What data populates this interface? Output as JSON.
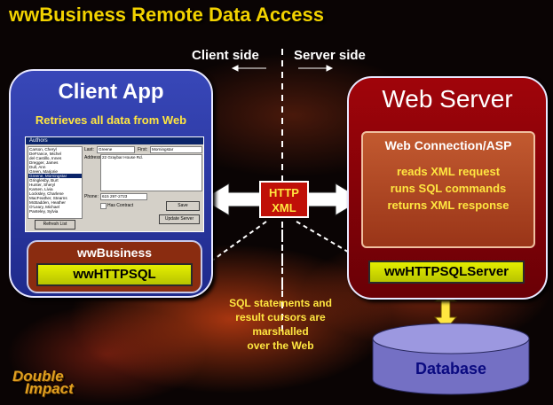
{
  "title": "wwBusiness Remote Data Access",
  "divider": {
    "client_label": "Client side",
    "server_label": "Server side"
  },
  "client": {
    "title": "Client App",
    "subtitle": "Retrieves all data from Web",
    "window": {
      "title": "Authors",
      "list_items": [
        "Carson, Cheryl",
        "DeFrance, Michel",
        "del Castillo, Innes",
        "Dregger, James",
        "Dull, Ann",
        "Green, Marjorie",
        "Greene, Morningstar",
        "Gringlesby, Burt",
        "Hunter, Sheryl",
        "Karsen, Livia",
        "Locksley, Charlene",
        "MacFeather, Stearns",
        "McBadden, Heather",
        "O'Leary, Michael",
        "Panteley, Sylvia"
      ],
      "selected_index": 6,
      "last_label": "Last:",
      "last_value": "Greene",
      "first_label": "First:",
      "first_value": "Morningstar",
      "address_label": "Address:",
      "address_value": "22 Graybar House Rd.",
      "phone_label": "Phone:",
      "phone_value": "615 297-2723",
      "contract_label": "Has Contract",
      "save_button": "Save",
      "refresh_button": "Refresh List",
      "update_button": "Update Server"
    },
    "business_label": "wwBusiness",
    "httpsql_label": "wwHTTPSQL"
  },
  "http": {
    "line1": "HTTP",
    "line2": "XML"
  },
  "server": {
    "title": "Web Server",
    "wc_title": "Web Connection/ASP",
    "wc_lines": [
      "reads XML request",
      "runs SQL commands",
      "returns XML response"
    ],
    "httpsqlserver_label": "wwHTTPSQLServer"
  },
  "note": [
    "SQL statements and",
    "result cursors are",
    "marshalled",
    "over the Web"
  ],
  "database_label": "Database",
  "logo": {
    "line1": "Double",
    "line2": "Impact"
  },
  "colors": {
    "title": "#f2d200",
    "client_box": "#2a36a0",
    "server_box": "#8a0008",
    "accent_yellow": "#ffe640",
    "button_yellow": "#d4e000",
    "database": "#7c78c8"
  }
}
